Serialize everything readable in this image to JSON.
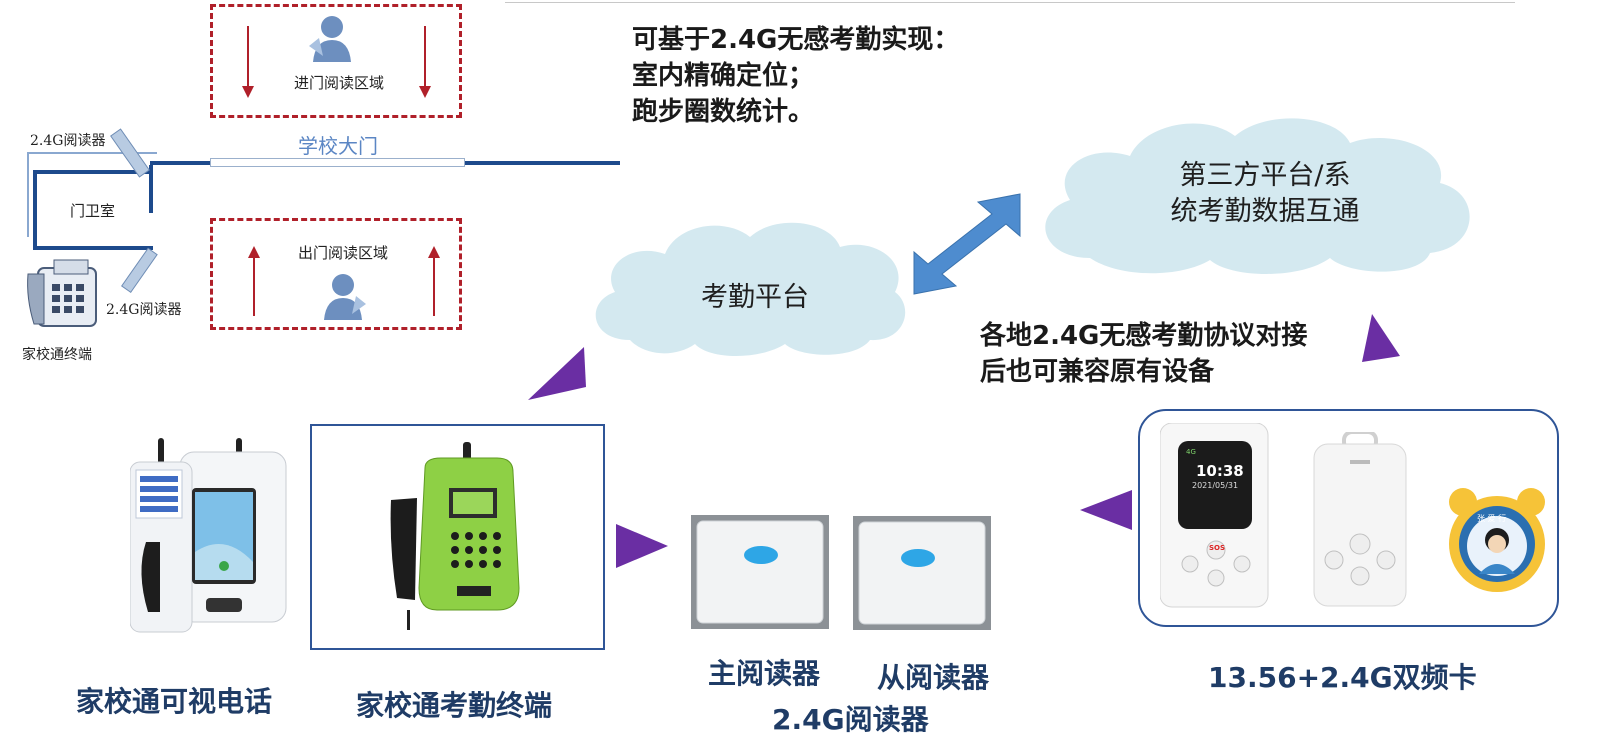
{
  "diagram": {
    "entry_zone_label": "进门阅读区域",
    "exit_zone_label": "出门阅读区域",
    "gate_label": "学校大门",
    "guard_room_label": "门卫室",
    "reader_top_label": "2.4G阅读器",
    "reader_bottom_label": "2.4G阅读器",
    "terminal_small_label": "家校通终端",
    "features_note": [
      "可基于2.4G无感考勤实现：",
      "室内精确定位；",
      "跑步圈数统计。"
    ],
    "third_party_cloud": [
      "第三方平台/系",
      "统考勤数据互通"
    ],
    "attendance_cloud": "考勤平台",
    "compat_note": [
      "各地2.4G无感考勤协议对接",
      "后也可兼容原有设备"
    ],
    "card_screen": {
      "time": "10:38",
      "date": "2021/05/31",
      "signal": "4G",
      "sos": "SOS"
    },
    "badge_text": "张 爱 行",
    "captions": {
      "video_phone": "家校通可视电话",
      "attendance_terminal": "家校通考勤终端",
      "main_reader": "主阅读器",
      "sub_reader": "从阅读器",
      "reader_group": "2.4G阅读器",
      "dual_card": "13.56+2.4G双频卡"
    },
    "colors": {
      "zone_border": "#b0202a",
      "wall": "#1d4a8c",
      "cloud_fill": "#d4e9f0",
      "arrow_blue": "#4e8ccf",
      "triangle_purple": "#6a2ea3",
      "caption_text": "#1f3c66",
      "terminal_green": "#8ed045"
    }
  }
}
